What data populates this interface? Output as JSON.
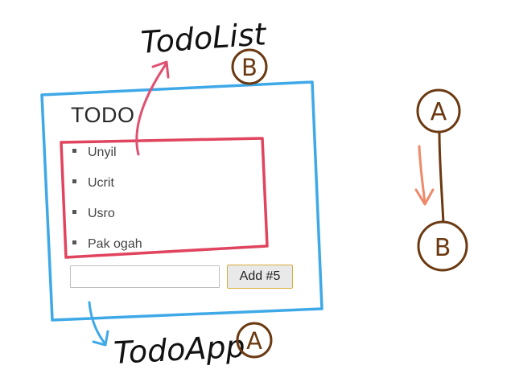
{
  "app": {
    "title": "TODO",
    "items": [
      "Unyil",
      "Ucrit",
      "Usro",
      "Pak ogah"
    ],
    "input": {
      "value": "",
      "placeholder": ""
    },
    "add_button_label": "Add #5"
  },
  "annotations": {
    "todo_list_label": "TodoList",
    "todo_list_marker": "B",
    "todo_app_label": "TodoApp",
    "todo_app_marker": "A"
  },
  "tree": {
    "parent": "A",
    "child": "B"
  },
  "colors": {
    "app_outline": "#3fa9e8",
    "list_outline": "#e0445e",
    "pink_arrow": "#e05070",
    "blue_arrow": "#3fa9e8",
    "ink": "#111111",
    "brown": "#6b3a12",
    "salmon_arrow": "#ee8a6a"
  }
}
